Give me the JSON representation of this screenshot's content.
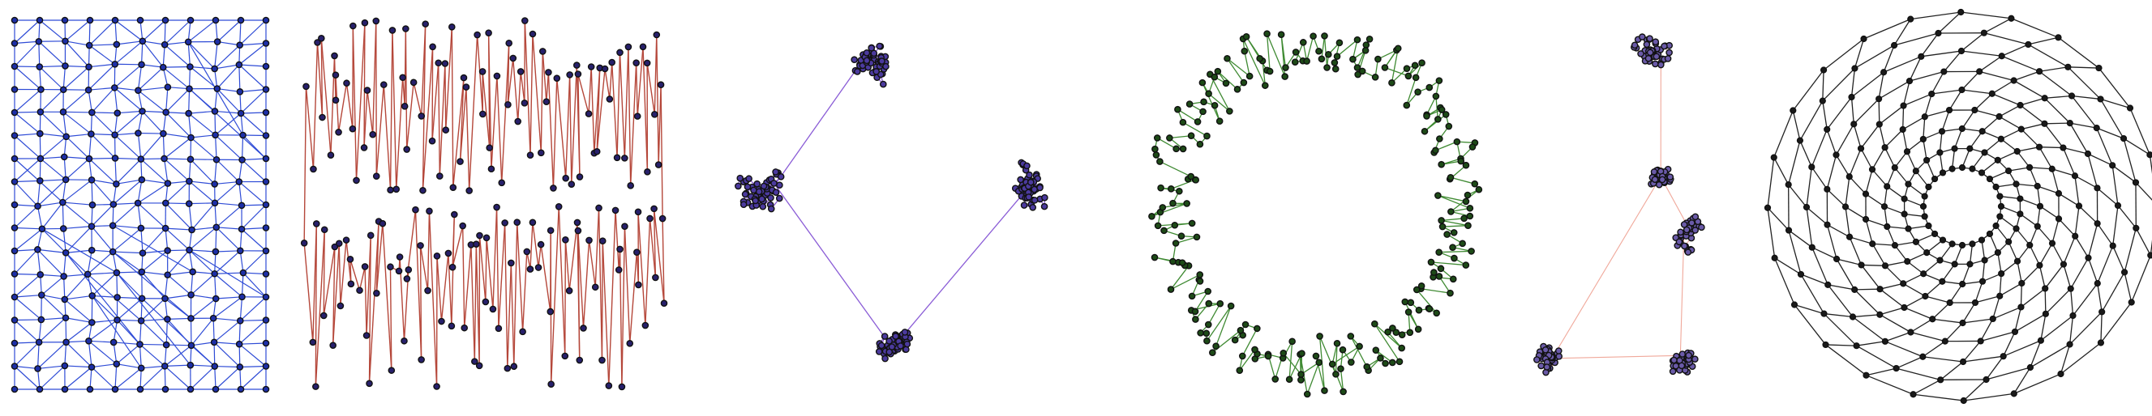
{
  "figure": {
    "panels": [
      {
        "id": "grid-mesh",
        "kind": "triangulated-grid",
        "edge_color": "#2e4bd6",
        "node_color": "#1d2fa8",
        "node_edge": "#0a1560"
      },
      {
        "id": "zigzag",
        "kind": "two-row-zigzag",
        "edge_color": "#b5473a",
        "node_color": "#27206b",
        "node_edge": "#0c0a30"
      },
      {
        "id": "four-clusters",
        "kind": "clusters-square",
        "edge_color": "#8a5cd6",
        "node_color": "#4b3a9e",
        "node_edge": "#120b33"
      },
      {
        "id": "green-ring",
        "kind": "ring-walk",
        "edge_color": "#3f8a32",
        "node_color": "#1d4a17",
        "node_edge": "#0b1f08"
      },
      {
        "id": "pink-clusters",
        "kind": "clusters-chain",
        "edge_color": "#f0a89a",
        "node_color": "#6a5aa8",
        "node_edge": "#231a40"
      },
      {
        "id": "black-spiral-web",
        "kind": "spiral-web",
        "edge_color": "#222222",
        "node_color": "#1a1a1a",
        "node_edge": "#000000"
      }
    ]
  }
}
